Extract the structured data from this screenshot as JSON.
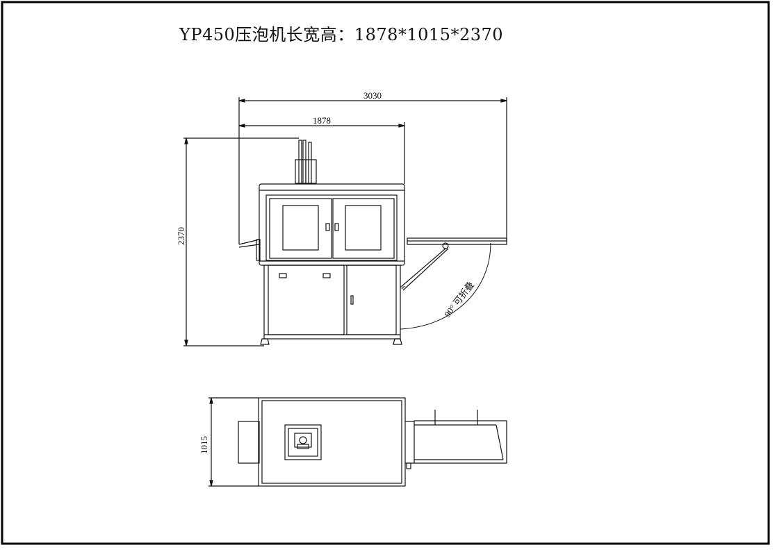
{
  "title": "YP450压泡机长宽高：1878*1015*2370",
  "dimensions": {
    "overall_length": "3030",
    "machine_length": "1878",
    "height": "2370",
    "width": "1015"
  },
  "annotations": {
    "fold": "90° 可折叠"
  },
  "colors": {
    "line": "#111111",
    "frame": "#000000",
    "background": "#ffffff"
  }
}
